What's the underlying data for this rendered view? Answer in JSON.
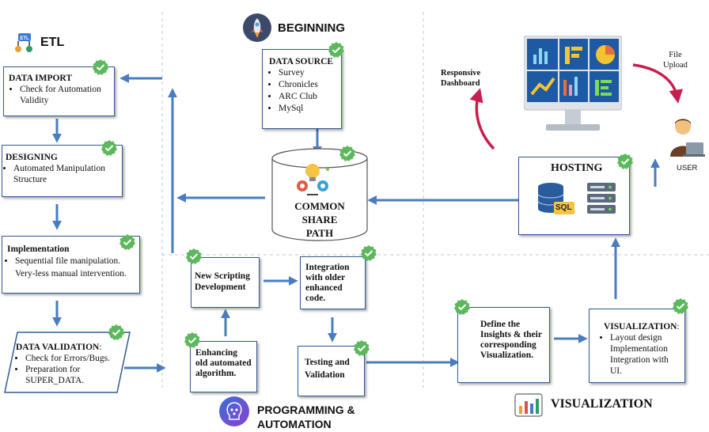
{
  "sections": {
    "etl": "ETL",
    "beginning": "BEGINNING",
    "programming_line1": "PROGRAMMING &",
    "programming_line2": "AUTOMATION",
    "visualization": "VISUALIZATION"
  },
  "etl_boxes": {
    "data_import": {
      "title": "DATA IMPORT",
      "items": [
        "Check for Automation Validity"
      ]
    },
    "designing": {
      "title": "DESIGNING",
      "items": [
        "Automated Manipulation Structure"
      ]
    },
    "implementation": {
      "title": "Implementation",
      "items": [
        "Sequential file manipulation. Very-less manual intervention."
      ]
    },
    "data_validation": {
      "title": "DATA VALIDATION",
      "suffix": ":",
      "items": [
        "Check for Errors/Bugs.",
        "Preparation for SUPER_DATA."
      ]
    }
  },
  "data_source": {
    "title": "DATA SOURCE",
    "items": [
      "Survey",
      "Chronicles",
      "ARC Club",
      "MySql"
    ]
  },
  "common_share": {
    "line1": "COMMON",
    "line2": "SHARE",
    "line3": "PATH"
  },
  "programming_boxes": {
    "new_scripting": "New Scripting Development",
    "integration": "Integration with older enhanced code.",
    "enhancing": "Enhancing old automated algorithm.",
    "testing": "Testing and Validation"
  },
  "visual_boxes": {
    "define": "Define the Insights & their corresponding Visualization.",
    "visualization": {
      "title": "VISUALIZATION",
      "suffix": ":",
      "items": [
        "Layout design Implementation Integration with UI."
      ]
    }
  },
  "hosting": {
    "title": "HOSTING",
    "sql_label": "SQL"
  },
  "dashboard": {
    "responsive_line1": "Responsive",
    "responsive_line2": "Dashboard",
    "upload_line1": "File",
    "upload_line2": "Upload",
    "user_label": "USER"
  },
  "colors": {
    "arrow": "#4a7cc0",
    "border": "#2f5b94",
    "check": "#5cb85c",
    "red": "#c81e4d"
  }
}
